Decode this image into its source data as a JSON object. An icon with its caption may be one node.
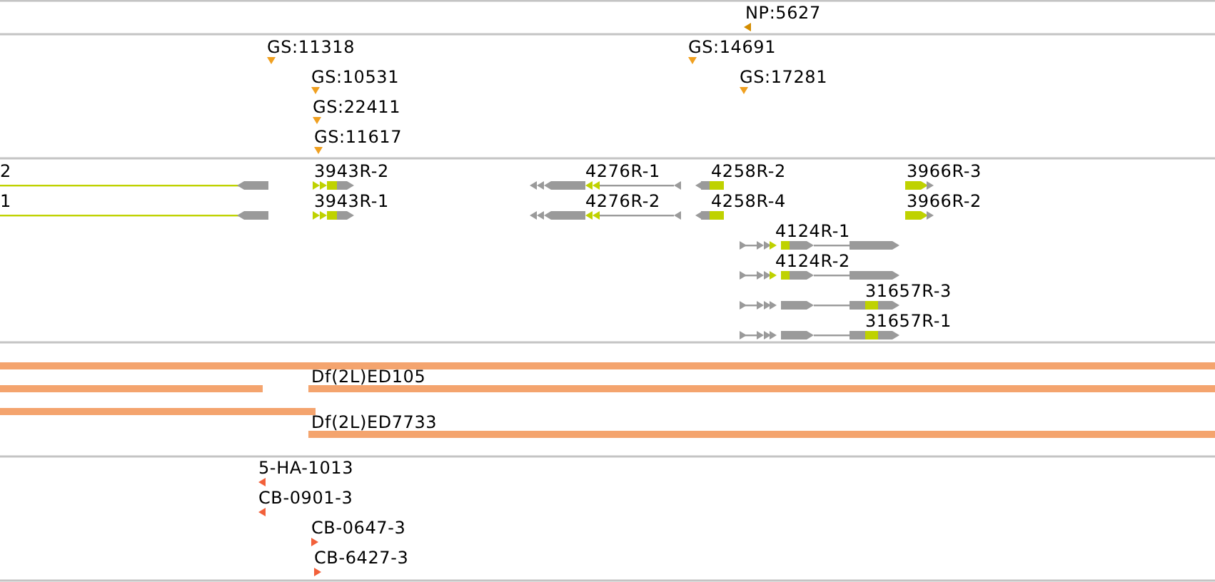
{
  "diagram": {
    "labels": [
      "NP:5627",
      "GS:11318",
      "GS:14691",
      "GS:10531",
      "GS:17281",
      "GS:22411",
      "GS:11617",
      "2",
      "3943R-2",
      "4276R-1",
      "4258R-2",
      "3966R-3",
      "1",
      "3943R-1",
      "4276R-2",
      "4258R-4",
      "3966R-2",
      "4124R-1",
      "4124R-2",
      "31657R-3",
      "31657R-1",
      "Df(2L)ED105",
      "Df(2L)ED7733",
      "5-HA-1013",
      "CB-0901-3",
      "CB-0647-3",
      "CB-6427-3"
    ]
  }
}
